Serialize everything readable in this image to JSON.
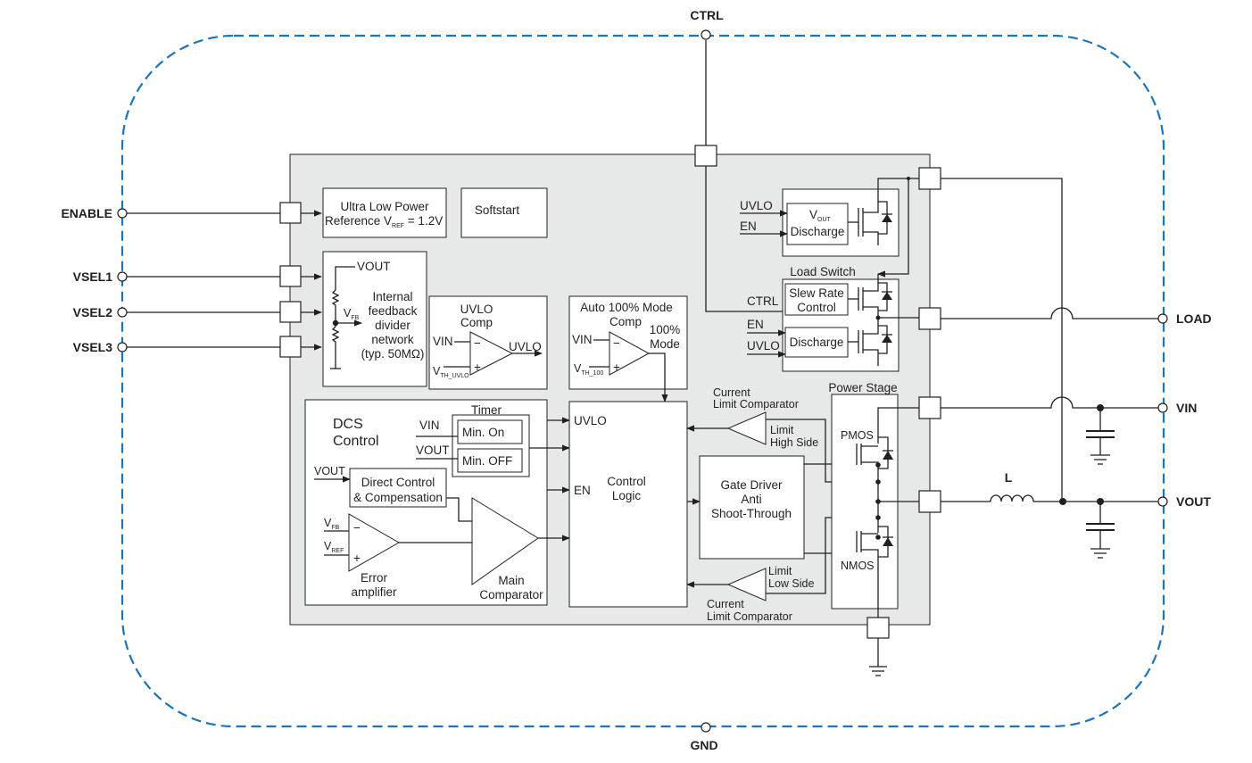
{
  "colors": {
    "boundary": "#1b75bc",
    "ic_fill": "#e7e8e8",
    "line": "#231f20"
  },
  "pins": {
    "ctrl": "CTRL",
    "gnd": "GND",
    "enable": "ENABLE",
    "vsel1": "VSEL1",
    "vsel2": "VSEL2",
    "vsel3": "VSEL3",
    "load": "LOAD",
    "vin": "VIN",
    "vout": "VOUT"
  },
  "inductor_label": "L",
  "blocks": {
    "reference": {
      "line1": "Ultra Low Power",
      "line2_pre": "Reference V",
      "line2_sub": "REF",
      "line2_post": " = 1.2V"
    },
    "softstart": "Softstart",
    "feedback": {
      "vout": "VOUT",
      "vfb": "V",
      "vfb_sub": "FB",
      "l1": "Internal",
      "l2": "feedback",
      "l3": "divider",
      "l4": "network",
      "l5": "(typ. 50MΩ)"
    },
    "uvlo_comp": {
      "l1": "UVLO",
      "l2": "Comp",
      "vin": "VIN",
      "vth": "V",
      "vth_sub": "TH_UVLO",
      "out": "UVLO"
    },
    "auto100": {
      "l1": "Auto 100% Mode",
      "l2": "Comp",
      "vin": "VIN",
      "vth": "V",
      "vth_sub": "TH_100",
      "out1": "100%",
      "out2": "Mode"
    },
    "vout_discharge": {
      "uvlo": "UVLO",
      "en": "EN",
      "v": "V",
      "v_sub": "OUT",
      "label": "Discharge"
    },
    "load_switch": {
      "title": "Load Switch",
      "ctrl": "CTRL",
      "en": "EN",
      "uvlo": "UVLO",
      "slew1": "Slew Rate",
      "slew2": "Control",
      "discharge": "Discharge"
    },
    "dcs": {
      "l1": "DCS",
      "l2": "Control",
      "timer": "Timer",
      "vin": "VIN",
      "vout": "VOUT",
      "min_on": "Min. On",
      "min_off": "Min. OFF",
      "vout2": "VOUT",
      "direct1": "Direct Control",
      "direct2": "& Compensation",
      "vfb": "V",
      "vfb_sub": "FB",
      "vref": "V",
      "vref_sub": "REF",
      "err1": "Error",
      "err2": "amplifier",
      "main1": "Main",
      "main2": "Comparator"
    },
    "control_logic": {
      "uvlo": "UVLO",
      "en": "EN",
      "l1": "Control",
      "l2": "Logic"
    },
    "gate_driver": {
      "l1": "Gate Driver",
      "l2": "Anti",
      "l3": "Shoot-Through"
    },
    "cl_high": {
      "t1": "Current",
      "t2": "Limit Comparator",
      "l1": "Limit",
      "l2": "High Side"
    },
    "cl_low": {
      "l1": "Limit",
      "l2": "Low Side",
      "t1": "Current",
      "t2": "Limit Comparator"
    },
    "power_stage": {
      "title": "Power Stage",
      "pmos": "PMOS",
      "nmos": "NMOS"
    }
  },
  "symbols": {
    "minus": "−",
    "plus": "+"
  }
}
